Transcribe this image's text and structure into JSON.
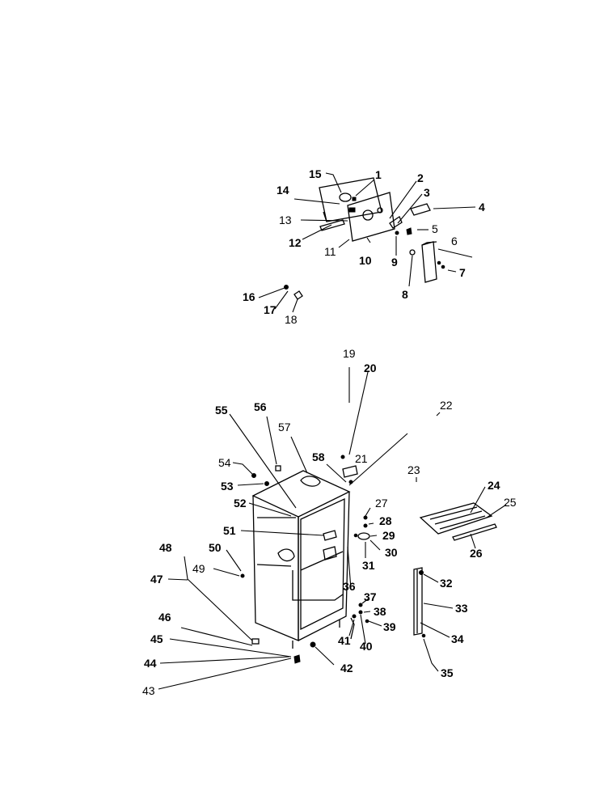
{
  "diagram": {
    "colors": {
      "ink": "#000000",
      "paper": "#ffffff"
    },
    "callouts": {
      "n1": "1",
      "n2": "2",
      "n3": "3",
      "n4": "4",
      "n5": "5",
      "n6": "6",
      "n7": "7",
      "n8": "8",
      "n9": "9",
      "n10": "10",
      "n11": "11",
      "n12": "12",
      "n13": "13",
      "n14": "14",
      "n15": "15",
      "n16": "16",
      "n17": "17",
      "n18": "18",
      "n19": "19",
      "n20": "20",
      "n21": "21",
      "n22": "22",
      "n23": "23",
      "n24": "24",
      "n25": "25",
      "n26": "26",
      "n27": "27",
      "n28": "28",
      "n29": "29",
      "n30": "30",
      "n31": "31",
      "n32": "32",
      "n33": "33",
      "n34": "34",
      "n35": "35",
      "n36": "36",
      "n37": "37",
      "n38": "38",
      "n39": "39",
      "n40": "40",
      "n41": "41",
      "n42": "42",
      "n43": "43",
      "n44": "44",
      "n45": "45",
      "n46": "46",
      "n47": "47",
      "n48": "48",
      "n49": "49",
      "n50": "50",
      "n51": "51",
      "n52": "52",
      "n53": "53",
      "n54": "54",
      "n55": "55",
      "n56": "56",
      "n57": "57",
      "n58": "58"
    }
  }
}
